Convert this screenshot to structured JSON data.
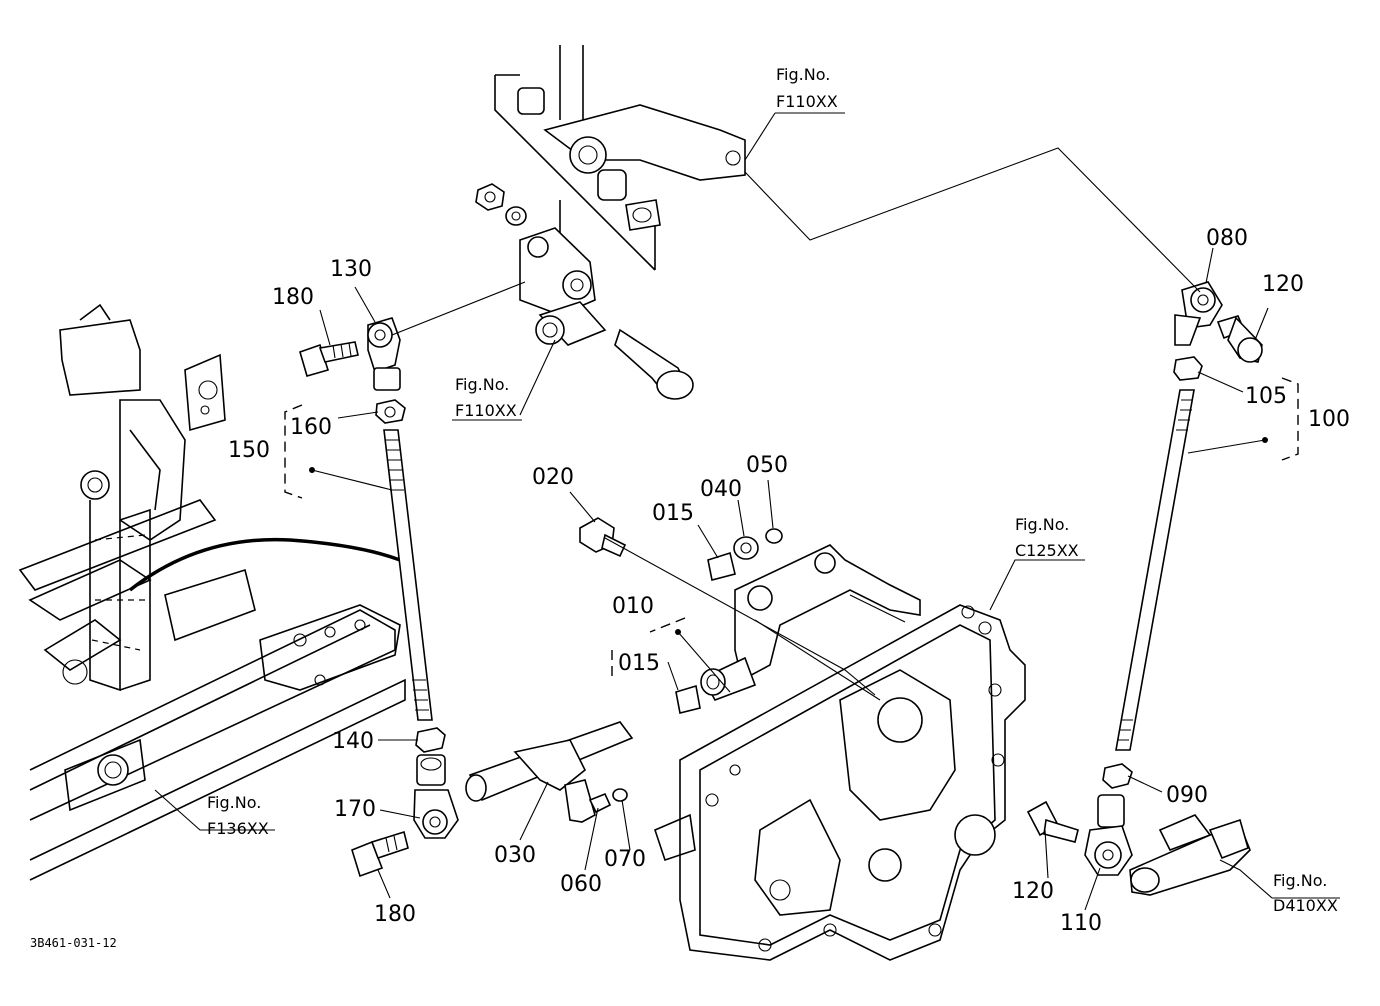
{
  "drawing_code": "3B461-031-12",
  "figure_refs": {
    "top": {
      "line1": "Fig.No.",
      "line2": "F110XX"
    },
    "mid": {
      "line1": "Fig.No.",
      "line2": "F110XX"
    },
    "frame": {
      "line1": "Fig.No.",
      "line2": "F136XX"
    },
    "case": {
      "line1": "Fig.No.",
      "line2": "C125XX"
    },
    "lever": {
      "line1": "Fig.No.",
      "line2": "D410XX"
    }
  },
  "parts": {
    "p010": "010",
    "p015a": "015",
    "p015b": "015",
    "p020": "020",
    "p030": "030",
    "p040": "040",
    "p050": "050",
    "p060": "060",
    "p070": "070",
    "p080": "080",
    "p090": "090",
    "p100": "100",
    "p105": "105",
    "p110": "110",
    "p120a": "120",
    "p120b": "120",
    "p130": "130",
    "p140": "140",
    "p150": "150",
    "p160": "160",
    "p170": "170",
    "p180a": "180",
    "p180b": "180"
  }
}
